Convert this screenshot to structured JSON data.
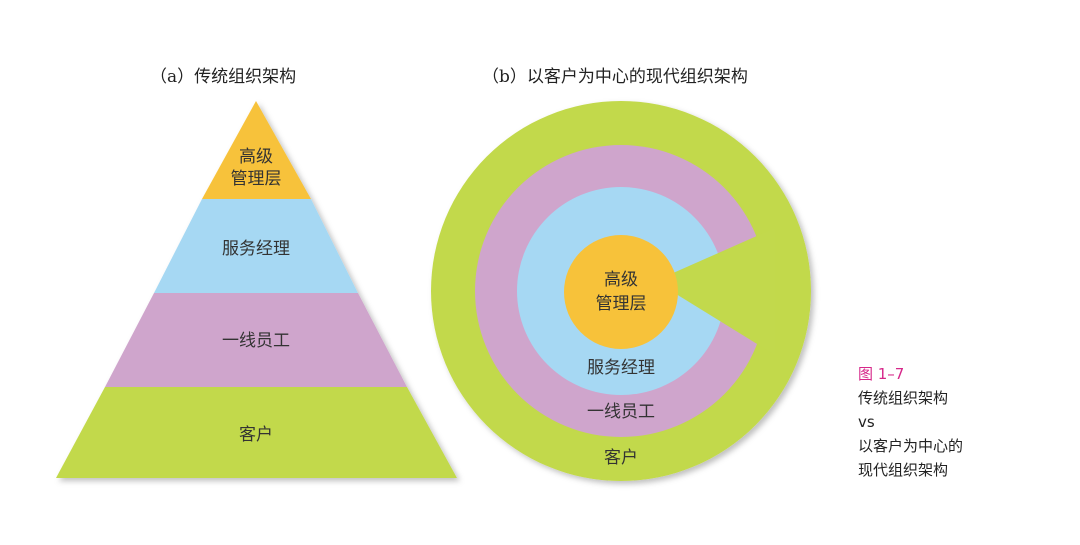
{
  "panel_a": {
    "title": "（a）传统组织架构",
    "levels": {
      "top": [
        "高级",
        "管理层"
      ],
      "second": "服务经理",
      "third": "一线员工",
      "bottom": "客户"
    }
  },
  "panel_b": {
    "title": "（b）以客户为中心的现代组织架构",
    "center": [
      "高级",
      "管理层"
    ],
    "ring_service": "服务经理",
    "ring_frontline": "一线员工",
    "ring_customer": "客户"
  },
  "caption": {
    "figure": "图 1–7",
    "line1": "传统组织架构",
    "line2": "vs",
    "line3": "以客户为中心的",
    "line4": "现代组织架构"
  },
  "colors": {
    "orange": "#f7c23a",
    "blue": "#a6d8f3",
    "purple": "#cfa5cc",
    "green": "#c2d94c",
    "caption_accent": "#d6288a"
  }
}
